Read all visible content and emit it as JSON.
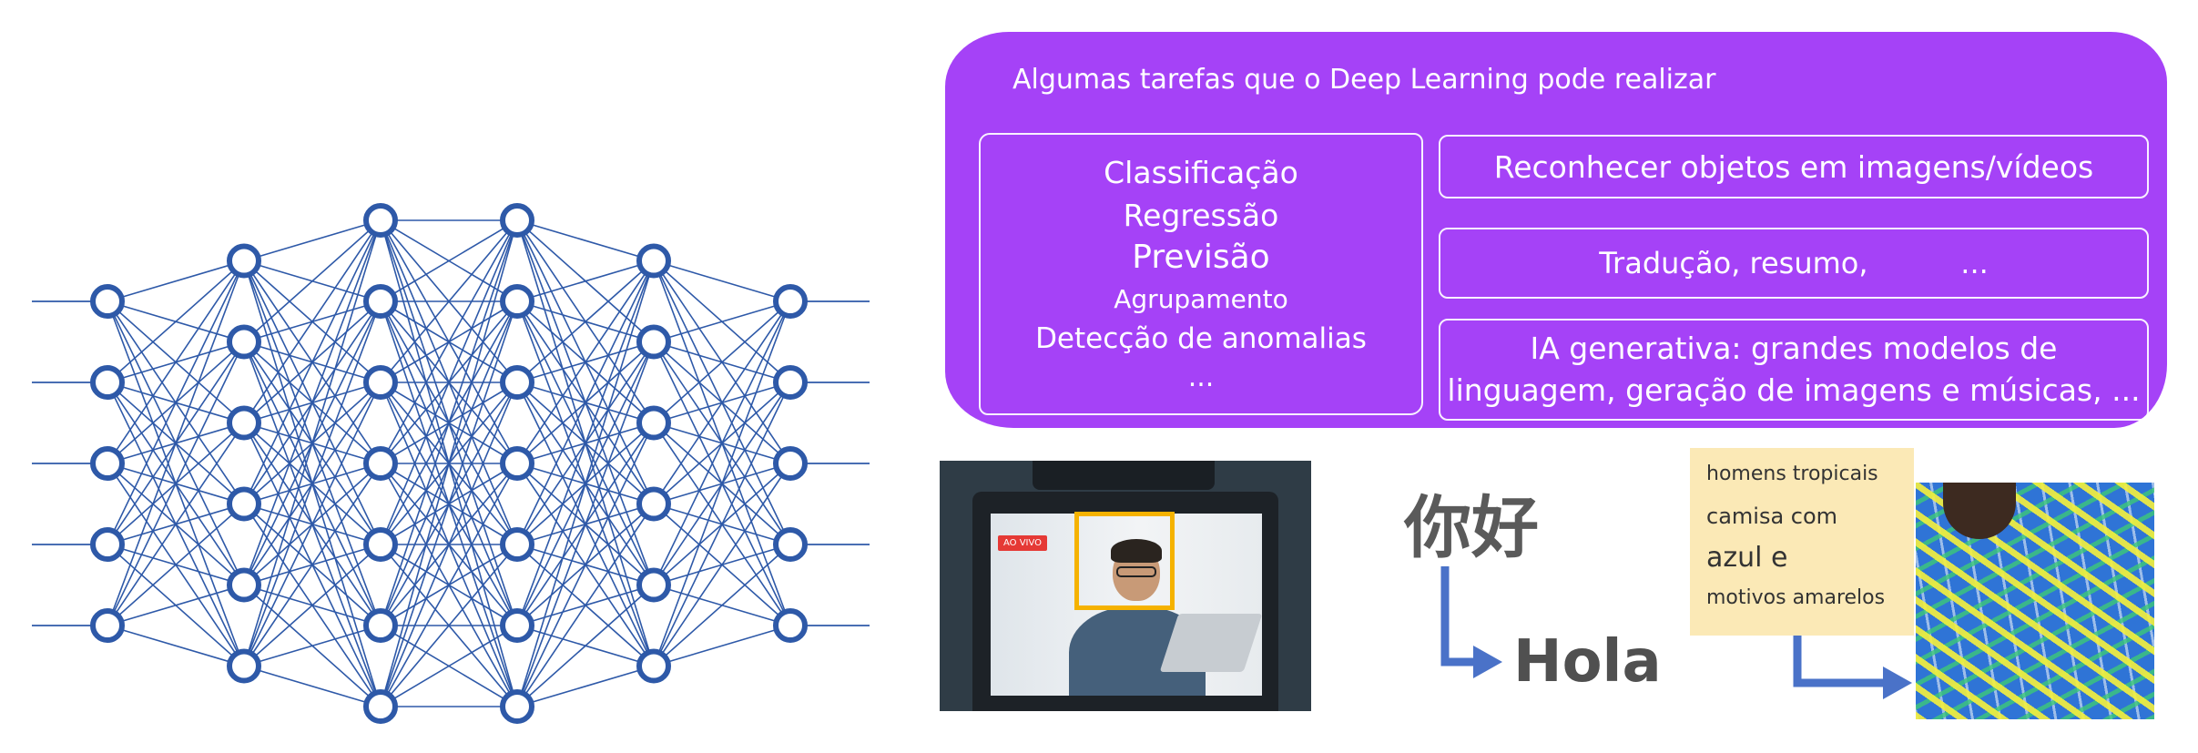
{
  "network": {
    "layers": [
      5,
      6,
      7,
      7,
      6,
      5
    ],
    "color": "#2e59a8"
  },
  "panel": {
    "title": "Algumas tarefas que o Deep Learning pode realizar",
    "background": "#a542f7",
    "left_tasks": [
      "Classificação",
      "Regressão",
      "Previsão",
      "Agrupamento",
      "Detecção de anomalias",
      "..."
    ],
    "right_tasks": {
      "object_recognition": "Reconhecer objetos em imagens/vídeos",
      "translation": "Tradução, resumo,          ...",
      "generative_line1": "IA generativa: grandes modelos de",
      "generative_line2": "linguagem, geração de imagens e músicas,   ..."
    }
  },
  "examples": {
    "live_badge": "AO VIVO",
    "highlight_color": "#f5b200",
    "source_text": "你好",
    "target_text": "Hola",
    "arrow_color": "#4a72c8",
    "prompt_lines": [
      "homens tropicais",
      "camisa com",
      "azul e",
      "motivos amarelos"
    ],
    "note_color": "#fbe9b6"
  }
}
